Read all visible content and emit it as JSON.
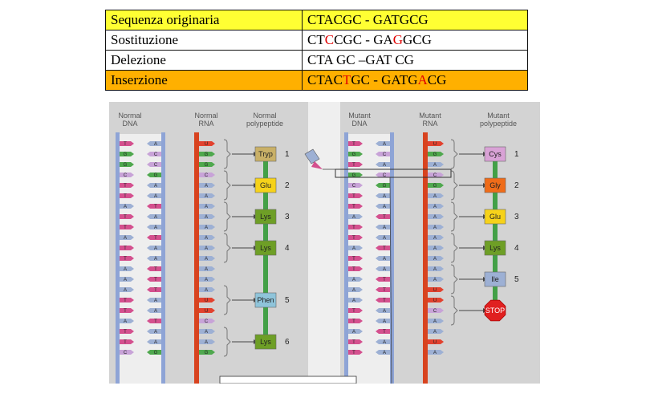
{
  "table": {
    "rows": [
      {
        "label": "Sequenza   originaria",
        "seq": [
          {
            "t": "CTACGC - GATGCG",
            "red": false
          }
        ],
        "style": "yellow"
      },
      {
        "label": "Sostituzione",
        "seq": [
          {
            "t": "CT",
            "red": false
          },
          {
            "t": "C",
            "red": true
          },
          {
            "t": "CGC - GA",
            "red": false
          },
          {
            "t": "G",
            "red": true
          },
          {
            "t": "GCG",
            "red": false
          }
        ],
        "style": "white"
      },
      {
        "label": "Delezione",
        "seq": [
          {
            "t": "CTA   GC –GAT    CG",
            "red": false
          }
        ],
        "style": "white"
      },
      {
        "label": "Inserzione",
        "seq": [
          {
            "t": "CTAC",
            "red": false
          },
          {
            "t": "T",
            "red": true
          },
          {
            "t": "GC - GATG",
            "red": false
          },
          {
            "t": "A",
            "red": true
          },
          {
            "t": "CG",
            "red": false
          }
        ],
        "style": "orange"
      }
    ]
  },
  "diagram": {
    "headers": {
      "normal_dna": [
        "Normal",
        "DNA"
      ],
      "normal_rna": [
        "Normal",
        "RNA"
      ],
      "normal_polypeptide": [
        "Normal",
        "polypeptide"
      ],
      "mutant_dna": [
        "Mutant",
        "DNA"
      ],
      "mutant_rna": [
        "Mutant",
        "RNA"
      ],
      "mutant_polypeptide": [
        "Mutant",
        "polypeptide"
      ]
    },
    "normal_dna": [
      [
        "T",
        "A"
      ],
      [
        "G",
        "C"
      ],
      [
        "G",
        "C"
      ],
      [
        "C",
        "G"
      ],
      [
        "T",
        "A"
      ],
      [
        "T",
        "A"
      ],
      [
        "A",
        "T"
      ],
      [
        "T",
        "A"
      ],
      [
        "T",
        "A"
      ],
      [
        "A",
        "T"
      ],
      [
        "T",
        "A"
      ],
      [
        "T",
        "A"
      ],
      [
        "A",
        "T"
      ],
      [
        "A",
        "T"
      ],
      [
        "A",
        "T"
      ],
      [
        "T",
        "A"
      ],
      [
        "T",
        "A"
      ],
      [
        "A",
        "T"
      ],
      [
        "T",
        "A"
      ],
      [
        "T",
        "A"
      ],
      [
        "C",
        "G"
      ]
    ],
    "normal_rna": [
      "U",
      "G",
      "G",
      "C",
      "A",
      "A",
      "A",
      "A",
      "A",
      "A",
      "A",
      "A",
      "A",
      "A",
      "A",
      "U",
      "U",
      "C",
      "A",
      "A",
      "G"
    ],
    "normal_polypeptide": [
      {
        "label": "Tryp",
        "num": "1",
        "color": "#c9b067"
      },
      {
        "label": "Glu",
        "num": "2",
        "color": "#f6d21a"
      },
      {
        "label": "Lys",
        "num": "3",
        "color": "#6e9f26"
      },
      {
        "label": "Lys",
        "num": "4",
        "color": "#6e9f26"
      },
      {
        "label": "Phen",
        "num": "5",
        "color": "#8fc4da"
      },
      {
        "label": "Lys",
        "num": "6",
        "color": "#6e9f26"
      }
    ],
    "mutant_dna": [
      [
        "T",
        "A"
      ],
      [
        "G",
        "C"
      ],
      [
        "T",
        "A"
      ],
      [
        "G",
        "C"
      ],
      [
        "C",
        "G"
      ],
      [
        "T",
        "A"
      ],
      [
        "T",
        "A"
      ],
      [
        "A",
        "T"
      ],
      [
        "T",
        "A"
      ],
      [
        "T",
        "A"
      ],
      [
        "A",
        "T"
      ],
      [
        "T",
        "A"
      ],
      [
        "T",
        "A"
      ],
      [
        "A",
        "T"
      ],
      [
        "A",
        "T"
      ],
      [
        "A",
        "T"
      ],
      [
        "T",
        "A"
      ],
      [
        "T",
        "A"
      ],
      [
        "A",
        "T"
      ],
      [
        "T",
        "A"
      ],
      [
        "T",
        "A"
      ]
    ],
    "mutant_rna": [
      "U",
      "G",
      "A",
      "C",
      "G",
      "A",
      "A",
      "A",
      "A",
      "A",
      "A",
      "A",
      "A",
      "A",
      "U",
      "U",
      "C",
      "A",
      "A",
      "U",
      "A"
    ],
    "mutant_polypeptide": [
      {
        "label": "Cys",
        "num": "1",
        "color": "#d9a2d6"
      },
      {
        "label": "Gly",
        "num": "2",
        "color": "#ef6c19"
      },
      {
        "label": "Glu",
        "num": "3",
        "color": "#f6d21a"
      },
      {
        "label": "Lys",
        "num": "4",
        "color": "#6e9f26"
      },
      {
        "label": "Ile",
        "num": "5",
        "color": "#9db0d4"
      }
    ],
    "stop_label": "STOP",
    "colors": {
      "T": "#d4508e",
      "A": "#9db0d4",
      "G": "#4fa84e",
      "C": "#c8a3d8",
      "U": "#e2412e"
    }
  }
}
